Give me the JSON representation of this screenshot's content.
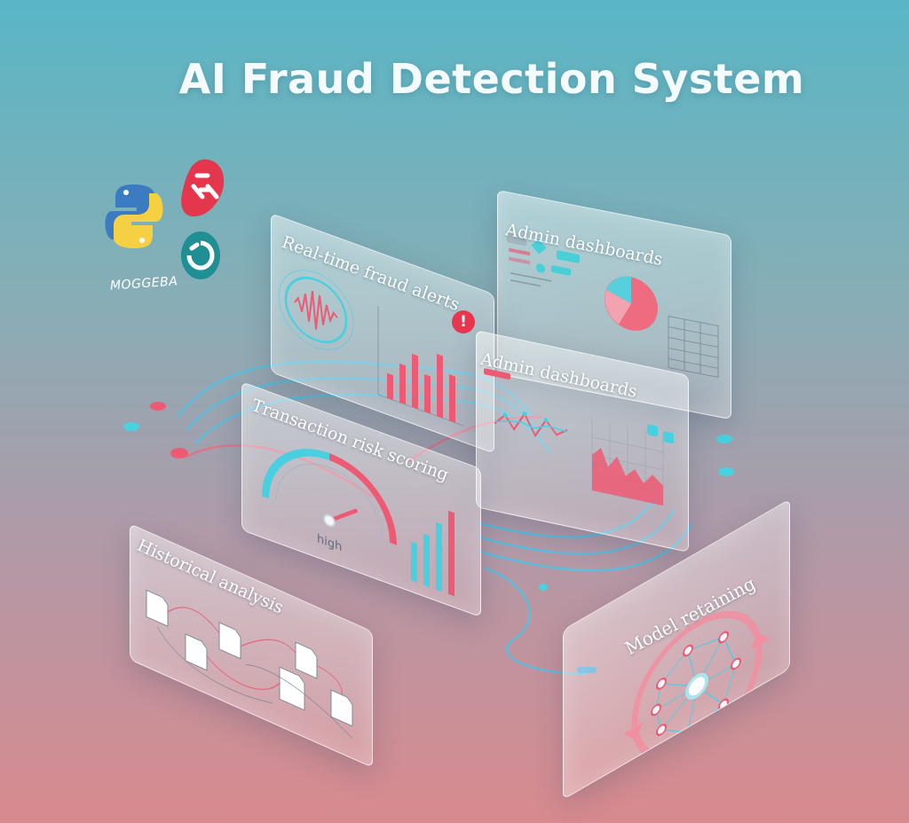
{
  "title": "AI Fraud Detection System",
  "brand": {
    "text": "MOGGEBA",
    "icons": [
      "python-logo-icon",
      "red-shield-logo-icon",
      "teal-ring-logo-icon"
    ]
  },
  "panels": {
    "realtime": {
      "label": "Real-time fraud alerts"
    },
    "admin_top": {
      "label": "Admin dashboards"
    },
    "admin_mid": {
      "label": "Admin dashboards"
    },
    "risk": {
      "label": "Transaction risk scoring",
      "gauge_label": "high"
    },
    "historical": {
      "label": "Historical analysis"
    },
    "model": {
      "label": "Model retaining"
    }
  },
  "colors": {
    "teal": "#35c6d8",
    "coral": "#ee5a73",
    "glass": "#ffffff"
  }
}
